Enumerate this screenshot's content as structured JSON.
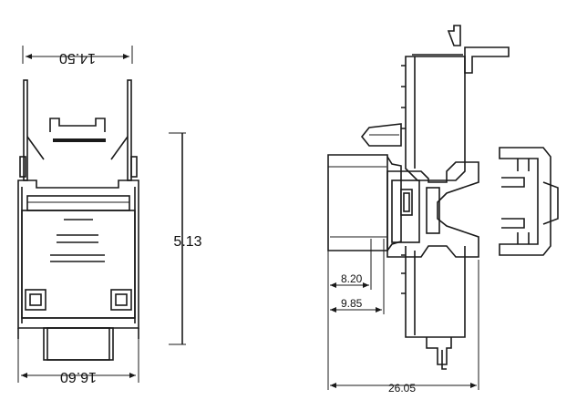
{
  "dimensions": {
    "top_width": "14.50",
    "bottom_width": "16.60",
    "height": "5.13",
    "depth_inner": "8.20",
    "depth_outer": "9.85",
    "total_length": "26.05"
  }
}
